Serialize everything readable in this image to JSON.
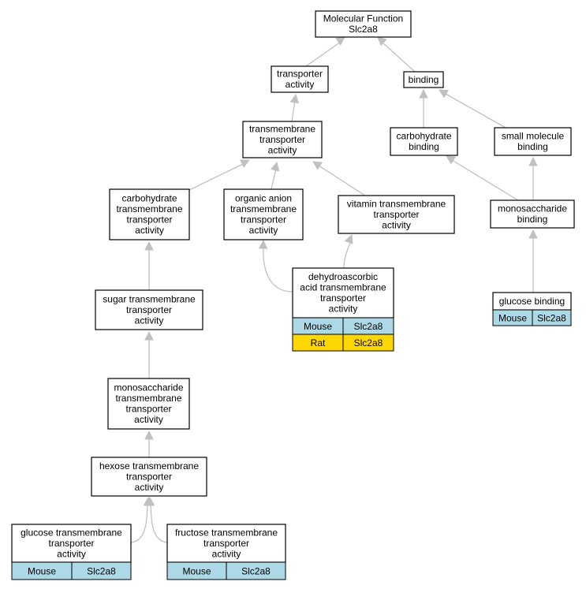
{
  "colors": {
    "mouse": "#add8e6",
    "rat": "#ffd700",
    "edge": "#c0c0c0"
  },
  "nodes": [
    {
      "id": "mf",
      "lines": [
        "Molecular Function",
        "Slc2a8"
      ]
    },
    {
      "id": "transporter",
      "lines": [
        "transporter",
        "activity"
      ]
    },
    {
      "id": "binding",
      "lines": [
        "binding"
      ]
    },
    {
      "id": "tm-transporter",
      "lines": [
        "transmembrane",
        "transporter",
        "activity"
      ]
    },
    {
      "id": "carb-binding",
      "lines": [
        "carbohydrate",
        "binding"
      ]
    },
    {
      "id": "small-molecule",
      "lines": [
        "small molecule",
        "binding"
      ]
    },
    {
      "id": "carb-tm",
      "lines": [
        "carbohydrate",
        "transmembrane",
        "transporter",
        "activity"
      ]
    },
    {
      "id": "organic-anion",
      "lines": [
        "organic anion",
        "transmembrane",
        "transporter",
        "activity"
      ]
    },
    {
      "id": "vitamin-tm",
      "lines": [
        "vitamin transmembrane",
        "transporter",
        "activity"
      ]
    },
    {
      "id": "mono-binding",
      "lines": [
        "monosaccharide",
        "binding"
      ]
    },
    {
      "id": "dha",
      "lines": [
        "dehydroascorbic",
        "acid transmembrane",
        "transporter",
        "activity"
      ],
      "rows": [
        {
          "species": "Mouse",
          "gene": "Slc2a8"
        },
        {
          "species": "Rat",
          "gene": "Slc2a8"
        }
      ]
    },
    {
      "id": "sugar-tm",
      "lines": [
        "sugar transmembrane",
        "transporter",
        "activity"
      ]
    },
    {
      "id": "glucose-binding",
      "lines": [
        "glucose binding"
      ],
      "rows": [
        {
          "species": "Mouse",
          "gene": "Slc2a8"
        }
      ]
    },
    {
      "id": "mono-tm",
      "lines": [
        "monosaccharide",
        "transmembrane",
        "transporter",
        "activity"
      ]
    },
    {
      "id": "hexose-tm",
      "lines": [
        "hexose transmembrane",
        "transporter",
        "activity"
      ]
    },
    {
      "id": "glucose-tm",
      "lines": [
        "glucose transmembrane",
        "transporter",
        "activity"
      ],
      "rows": [
        {
          "species": "Mouse",
          "gene": "Slc2a8"
        }
      ]
    },
    {
      "id": "fructose-tm",
      "lines": [
        "fructose transmembrane",
        "transporter",
        "activity"
      ],
      "rows": [
        {
          "species": "Mouse",
          "gene": "Slc2a8"
        }
      ]
    }
  ],
  "edges": [
    {
      "from": "transporter",
      "to": "mf"
    },
    {
      "from": "binding",
      "to": "mf"
    },
    {
      "from": "tm-transporter",
      "to": "transporter"
    },
    {
      "from": "carb-binding",
      "to": "binding"
    },
    {
      "from": "small-molecule",
      "to": "binding"
    },
    {
      "from": "carb-tm",
      "to": "tm-transporter"
    },
    {
      "from": "organic-anion",
      "to": "tm-transporter"
    },
    {
      "from": "vitamin-tm",
      "to": "tm-transporter"
    },
    {
      "from": "mono-binding",
      "to": "carb-binding"
    },
    {
      "from": "mono-binding",
      "to": "small-molecule"
    },
    {
      "from": "dha",
      "to": "organic-anion"
    },
    {
      "from": "dha",
      "to": "vitamin-tm"
    },
    {
      "from": "sugar-tm",
      "to": "carb-tm"
    },
    {
      "from": "glucose-binding",
      "to": "mono-binding"
    },
    {
      "from": "mono-tm",
      "to": "sugar-tm"
    },
    {
      "from": "hexose-tm",
      "to": "mono-tm"
    },
    {
      "from": "glucose-tm",
      "to": "hexose-tm"
    },
    {
      "from": "fructose-tm",
      "to": "hexose-tm"
    }
  ]
}
